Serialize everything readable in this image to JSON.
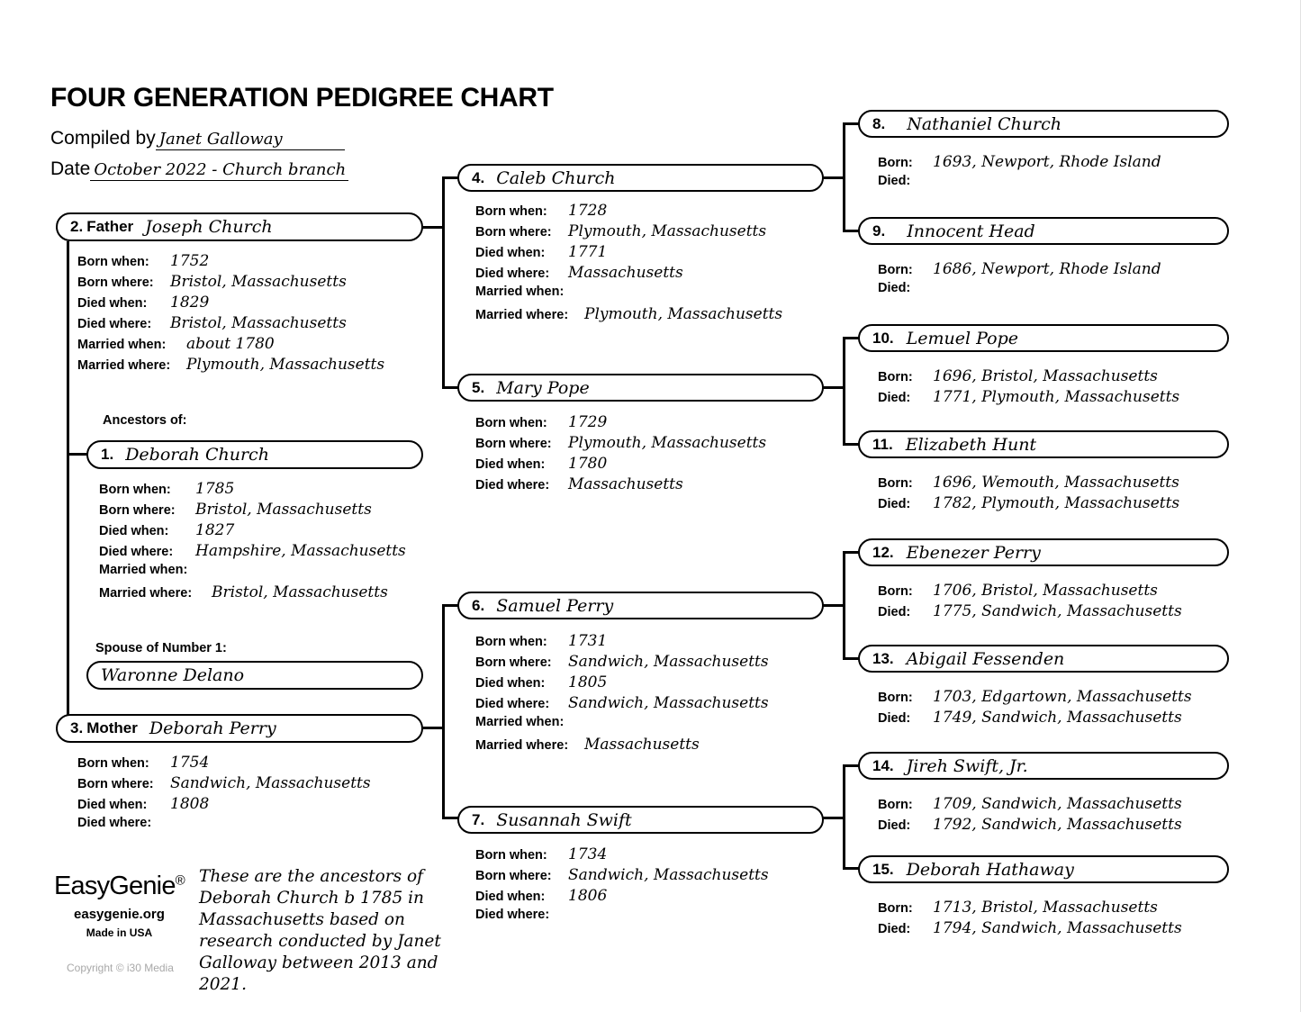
{
  "document": {
    "title": "FOUR GENERATION PEDIGREE CHART",
    "compiled_by_label": "Compiled by",
    "compiled_by_value": "Janet Galloway",
    "date_label": "Date",
    "date_value": "October 2022 - Church branch",
    "ancestors_of_label": "Ancestors of:",
    "spouse_label": "Spouse of Number 1:",
    "spouse_name": "Waronne Delano"
  },
  "field_labels": {
    "born_when": "Born when:",
    "born_where": "Born where:",
    "died_when": "Died when:",
    "died_where": "Died where:",
    "married_when": "Married when:",
    "married_where": "Married where:",
    "born": "Born:",
    "died": "Died:"
  },
  "people": {
    "p1": {
      "number": "1.",
      "name": "Deborah Church",
      "born_when": "1785",
      "born_where": "Bristol, Massachusetts",
      "died_when": "1827",
      "died_where": "Hampshire, Massachusetts",
      "married_when": "",
      "married_where": "Bristol, Massachusetts"
    },
    "p2": {
      "number": "2.",
      "role": "Father",
      "name": "Joseph Church",
      "born_when": "1752",
      "born_where": "Bristol, Massachusetts",
      "died_when": "1829",
      "died_where": "Bristol, Massachusetts",
      "married_when": "about 1780",
      "married_where": "Plymouth, Massachusetts"
    },
    "p3": {
      "number": "3.",
      "role": "Mother",
      "name": "Deborah Perry",
      "born_when": "1754",
      "born_where": "Sandwich, Massachusetts",
      "died_when": "1808",
      "died_where": ""
    },
    "p4": {
      "number": "4.",
      "name": "Caleb Church",
      "born_when": "1728",
      "born_where": "Plymouth, Massachusetts",
      "died_when": "1771",
      "died_where": "Massachusetts",
      "married_when": "",
      "married_where": "Plymouth, Massachusetts"
    },
    "p5": {
      "number": "5.",
      "name": "Mary Pope",
      "born_when": "1729",
      "born_where": "Plymouth, Massachusetts",
      "died_when": "1780",
      "died_where": "Massachusetts"
    },
    "p6": {
      "number": "6.",
      "name": "Samuel Perry",
      "born_when": "1731",
      "born_where": "Sandwich, Massachusetts",
      "died_when": "1805",
      "died_where": "Sandwich, Massachusetts",
      "married_when": "",
      "married_where": "Massachusetts"
    },
    "p7": {
      "number": "7.",
      "name": "Susannah Swift",
      "born_when": "1734",
      "born_where": "Sandwich, Massachusetts",
      "died_when": "1806",
      "died_where": ""
    },
    "p8": {
      "number": "8.",
      "name": "Nathaniel Church",
      "born": "1693, Newport, Rhode Island",
      "died": ""
    },
    "p9": {
      "number": "9.",
      "name": "Innocent Head",
      "born": "1686, Newport, Rhode Island",
      "died": ""
    },
    "p10": {
      "number": "10.",
      "name": "Lemuel Pope",
      "born": "1696, Bristol, Massachusetts",
      "died": "1771, Plymouth, Massachusetts"
    },
    "p11": {
      "number": "11.",
      "name": "Elizabeth Hunt",
      "born": "1696, Wemouth, Massachusetts",
      "died": "1782, Plymouth, Massachusetts"
    },
    "p12": {
      "number": "12.",
      "name": "Ebenezer Perry",
      "born": "1706, Bristol, Massachusetts",
      "died": "1775, Sandwich, Massachusetts"
    },
    "p13": {
      "number": "13.",
      "name": "Abigail Fessenden",
      "born": "1703, Edgartown, Massachusetts",
      "died": "1749, Sandwich, Massachusetts"
    },
    "p14": {
      "number": "14.",
      "name": "Jireh Swift, Jr.",
      "born": "1709, Sandwich, Massachusetts",
      "died": "1792, Sandwich, Massachusetts"
    },
    "p15": {
      "number": "15.",
      "name": "Deborah Hathaway",
      "born": "1713, Bristol, Massachusetts",
      "died": "1794, Sandwich, Massachusetts"
    }
  },
  "footer": {
    "brand": "EasyGenie",
    "brand_mark": "®",
    "website": "easygenie.org",
    "made_in": "Made in USA",
    "copyright": "Copyright © i30 Media",
    "blurb": "These are the ancestors of Deborah Church b 1785 in Massachusetts based on research conducted by Janet Galloway between 2013 and 2021."
  }
}
